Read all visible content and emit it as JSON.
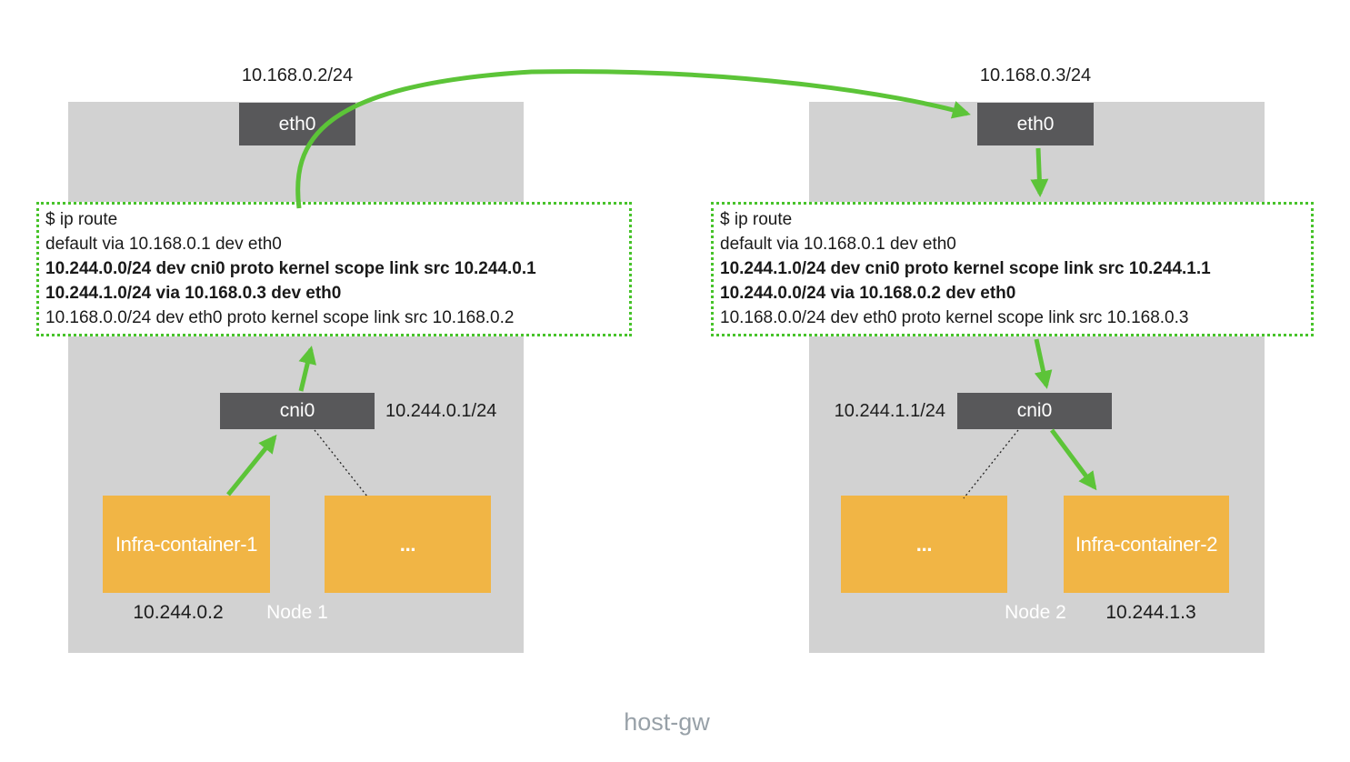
{
  "title": "host-gw",
  "colors": {
    "node_background": "#d2d2d2",
    "device_background": "#58585a",
    "container_background": "#f1b545",
    "arrow_green": "#5cc438",
    "route_border_green": "#47c32a",
    "title_gray": "#98a1a8"
  },
  "node1": {
    "name": "Node 1",
    "eth_label": "eth0",
    "eth_ip": "10.168.0.2/24",
    "route_lines": [
      "$ ip route",
      "default via 10.168.0.1 dev eth0",
      "10.244.0.0/24 dev cni0 proto kernel scope link src 10.244.0.1",
      "10.244.1.0/24 via 10.168.0.3 dev eth0",
      "10.168.0.0/24 dev eth0 proto kernel scope link src 10.168.0.2"
    ],
    "cni_label": "cni0",
    "cni_ip": "10.244.0.1/24",
    "infra_container_label": "Infra-container-1",
    "other_container_label": "...",
    "infra_container_ip": "10.244.0.2"
  },
  "node2": {
    "name": "Node 2",
    "eth_label": "eth0",
    "eth_ip": "10.168.0.3/24",
    "route_lines": [
      "$ ip route",
      "default via 10.168.0.1 dev eth0",
      "10.244.1.0/24 dev cni0 proto kernel scope link src 10.244.1.1",
      "10.244.0.0/24 via 10.168.0.2 dev eth0",
      "10.168.0.0/24 dev eth0 proto kernel scope link src 10.168.0.3"
    ],
    "cni_label": "cni0",
    "cni_ip": "10.244.1.1/24",
    "infra_container_label": "Infra-container-2",
    "other_container_label": "...",
    "infra_container_ip": "10.244.1.3"
  }
}
